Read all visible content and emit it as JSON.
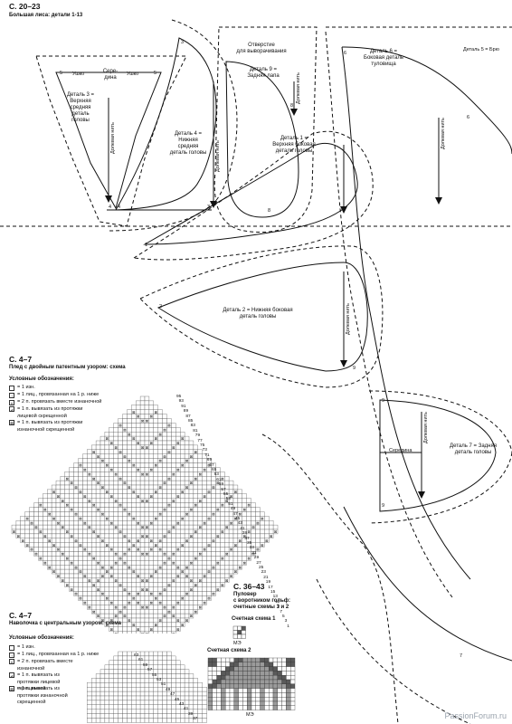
{
  "header": {
    "page_ref": "С. 20–23",
    "subtitle": "Большая лиса: детали 1-13"
  },
  "pattern_labels": {
    "ushko_left": "Ушко",
    "ushko_right": "Ушко",
    "seredina_top": "Сере-\nдина",
    "part3": "Деталь 3 =\nВерхняя\nсредняя\nдеталь\nголовы",
    "dolevaya_1": "Долевая нить",
    "part4": "Деталь 4 =\nНижняя\nсредняя\nдеталь головы",
    "otverstie": "Отверстие\nдля выворачивания",
    "part9": "Деталь 9 =\nЗадняя лапа",
    "dolevaya_2": "Долевая нить",
    "part1": "Деталь 1 =\nВерхняя боковая\nдеталь головы",
    "dolevaya_3": "Долевая нить",
    "part6": "Деталь 6 =\nБоковая деталь\nтуловища",
    "part5": "Деталь 5 = Брю",
    "dolevaya_4": "Долевая нить",
    "part2": "Деталь 2 = Нижняя боковая\nдеталь головы",
    "dolevaya_5": "Долевая нить",
    "seredina": "Середина",
    "dolevaya_6": "Долевая нить",
    "part7": "Деталь 7 = Задняя\nдеталь головы",
    "marks": [
      "5",
      "5",
      "4",
      "4",
      "3",
      "3",
      "8",
      "8",
      "1",
      "6",
      "6",
      "9",
      "9",
      "9",
      "7",
      "2"
    ]
  },
  "section1": {
    "page_ref": "С. 4–7",
    "title": "Плед с двойным патентным узором: схема",
    "legend_title": "Условные обозначения:",
    "legend": [
      {
        "symbol": "",
        "text": "= 1 изн."
      },
      {
        "symbol": "↑",
        "text": "= 1 лиц., провязанная на 1 р. ниже"
      },
      {
        "symbol": "∧",
        "text": "= 2 п. провязать вместе изнаночной"
      },
      {
        "symbol": "⊿",
        "text": "= 1 п. вывязать из протяжки лицевой скрещенной"
      },
      {
        "symbol": "⊠",
        "text": "= 1 п. вывязать из протяжки изнаночной скрещенной"
      }
    ],
    "row_numbers": [
      "95",
      "93",
      "91",
      "89",
      "87",
      "85",
      "83",
      "81",
      "79",
      "77",
      "75",
      "73",
      "71",
      "69",
      "67",
      "65",
      "63",
      "61",
      "59",
      "57",
      "55",
      "53",
      "51",
      "49",
      "47",
      "45",
      "43",
      "41",
      "39",
      "37",
      "35",
      "33",
      "31",
      "29",
      "27",
      "25",
      "23",
      "21",
      "19",
      "17",
      "15",
      "13",
      "11",
      "9",
      "7",
      "5",
      "3",
      "1"
    ]
  },
  "section2": {
    "page_ref": "С. 4–7",
    "title": "Наволочка с центральным узором: схема",
    "legend_title": "Условные обозначения:",
    "legend": [
      {
        "symbol": "",
        "text": "= 1 изн."
      },
      {
        "symbol": "↑",
        "text": "= 1 лиц., провязанная на 1 р. ниже"
      },
      {
        "symbol": "∧",
        "text": "= 2 п. провязать вместе изнаночной"
      },
      {
        "symbol": "⊿",
        "text": "= 1 п. вывязать из протяжки лицевой скрещенной"
      },
      {
        "symbol": "⊠",
        "text": "= 1 п. вывязать из протяжки изнаночной скрещенной"
      }
    ],
    "row_numbers": [
      "63",
      "61",
      "59",
      "57",
      "55",
      "53",
      "51",
      "49",
      "47",
      "45",
      "43",
      "41",
      "39",
      "37"
    ]
  },
  "section3": {
    "page_ref": "С. 36–43",
    "title": "Пуловер\nс воротником гольф:\nсчетные схемы 1 и 2",
    "chart1_label": "Счетная схема 1",
    "chart1_mark": "МЭ",
    "chart2_label": "Счетная схема 2",
    "chart2_mark": "МЭ"
  },
  "watermark": "PassionForum.ru",
  "colors": {
    "line": "#111111",
    "grid": "#444444",
    "chart_dark": "#5a5a5a",
    "chart_mid": "#9a9a9a",
    "watermark": "#9aa3ad"
  }
}
